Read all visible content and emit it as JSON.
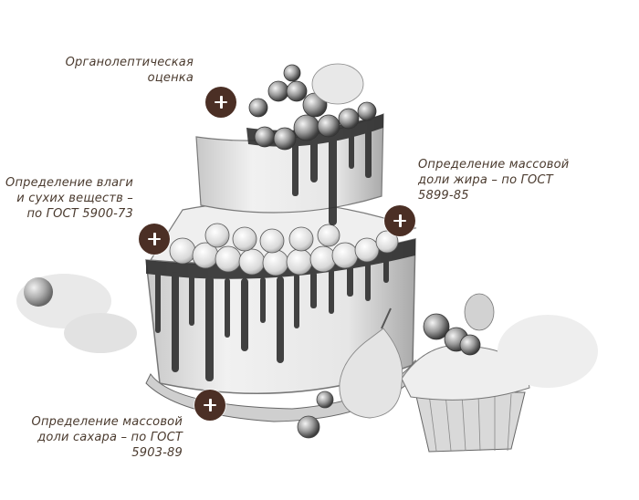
{
  "labels": {
    "organoleptic": [
      "Органолептическая",
      "оценка"
    ],
    "moisture": [
      "Определение влаги",
      "и сухих веществ –",
      "по ГОСТ 5900-73"
    ],
    "fat": [
      "Определение массовой",
      "доли жира – по ГОСТ",
      "5899-85"
    ],
    "sugar": [
      "Определение массовой",
      "доли сахара – по ГОСТ",
      "5903-89"
    ]
  },
  "icons": {
    "hotspot": "plus-icon",
    "illustration": "cake-sketch-illustration"
  },
  "colors": {
    "hotspot_fill": "#4b2f25",
    "label_text": "#4a3a2e"
  }
}
